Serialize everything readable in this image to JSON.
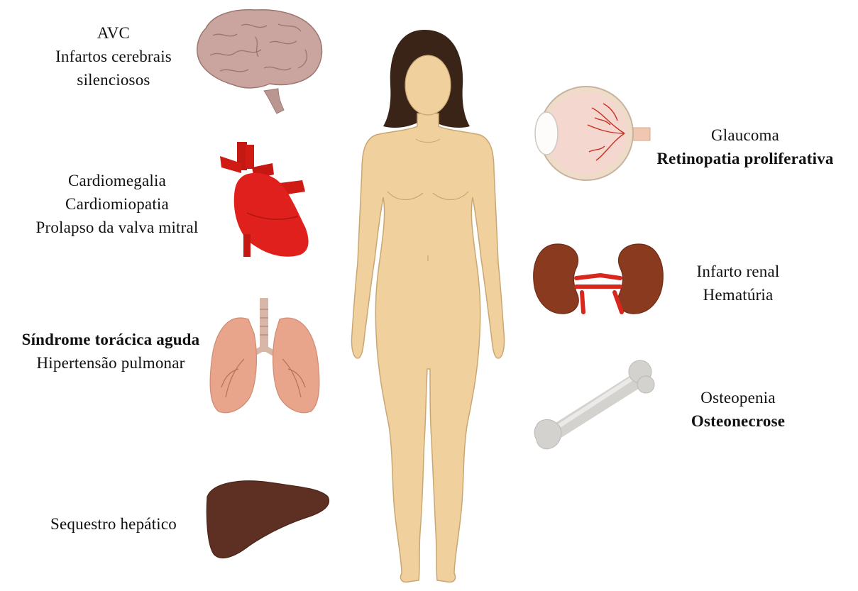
{
  "organs": {
    "brain": {
      "icon": "brain-icon",
      "lines": [
        {
          "text": "AVC",
          "bold": false
        },
        {
          "text": "Infartos cerebrais",
          "bold": false
        },
        {
          "text": "silenciosos",
          "bold": false
        }
      ]
    },
    "heart": {
      "icon": "heart-icon",
      "lines": [
        {
          "text": "Cardiomegalia",
          "bold": false
        },
        {
          "text": "Cardiomiopatia",
          "bold": false
        },
        {
          "text": "Prolapso da valva mitral",
          "bold": false
        }
      ]
    },
    "lungs": {
      "icon": "lungs-icon",
      "lines": [
        {
          "text": "Síndrome torácica aguda",
          "bold": true
        },
        {
          "text": "Hipertensão pulmonar",
          "bold": false
        }
      ]
    },
    "liver": {
      "icon": "liver-icon",
      "lines": [
        {
          "text": "Sequestro hepático",
          "bold": false
        }
      ]
    },
    "eye": {
      "icon": "eye-icon",
      "lines": [
        {
          "text": "Glaucoma",
          "bold": false
        },
        {
          "text": "Retinopatia proliferativa",
          "bold": true
        }
      ]
    },
    "kidneys": {
      "icon": "kidneys-icon",
      "lines": [
        {
          "text": "Infarto renal",
          "bold": false
        },
        {
          "text": "Hematúria",
          "bold": false
        }
      ]
    },
    "bone": {
      "icon": "bone-icon",
      "lines": [
        {
          "text": "Osteopenia",
          "bold": false
        },
        {
          "text": "Osteonecrose",
          "bold": true
        }
      ]
    }
  },
  "colors": {
    "skin": "#f0d09c",
    "skin_outline": "#c9a774",
    "hair": "#3a2418",
    "brain": "#caa49e",
    "heart": "#e0201c",
    "lungs": "#e9a48c",
    "liver": "#5e3024",
    "kidney": "#8a3a1e",
    "vessel": "#d8281e",
    "bone": "#d4d2cf"
  }
}
